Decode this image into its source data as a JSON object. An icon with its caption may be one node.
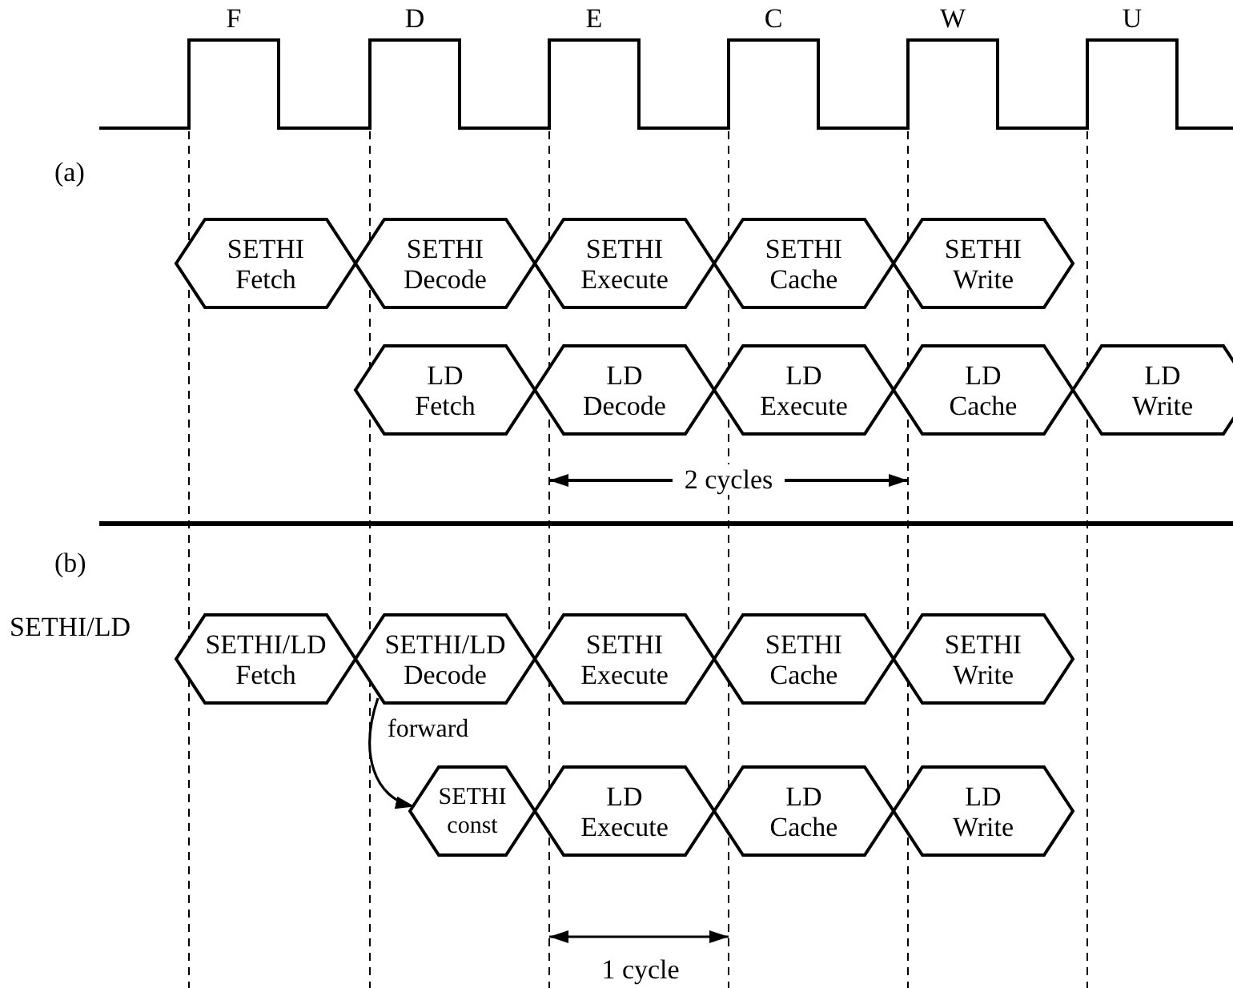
{
  "diagram": {
    "nodes": [
      {
        "text": [
          "SETHI",
          "Fetch"
        ]
      },
      {
        "text": [
          "SETHI",
          "Decode"
        ]
      },
      {
        "text": [
          "SETHI",
          "Execute"
        ]
      },
      {
        "text": [
          "SETHI",
          "Cache"
        ]
      },
      {
        "text": [
          "SETHI",
          "Write"
        ]
      },
      {
        "text": [
          "LD",
          "Fetch"
        ]
      },
      {
        "text": [
          "LD",
          "Decode"
        ]
      },
      {
        "text": [
          "LD",
          "Execute"
        ]
      },
      {
        "text": [
          "LD",
          "Cache"
        ]
      },
      {
        "text": [
          "LD",
          "Write"
        ]
      },
      {
        "text": [
          "SETHI/LD",
          "Fetch"
        ]
      },
      {
        "text": [
          "SETHI/LD",
          "Decode"
        ]
      },
      {
        "text": [
          "SETHI",
          "Execute"
        ]
      },
      {
        "text": [
          "SETHI",
          "Cache"
        ]
      },
      {
        "text": [
          "SETHI",
          "Write"
        ]
      },
      {
        "text": [
          "SETHI",
          "const"
        ]
      },
      {
        "text": [
          "LD",
          "Execute"
        ]
      },
      {
        "text": [
          "LD",
          "Cache"
        ]
      },
      {
        "text": [
          "LD",
          "Write"
        ]
      }
    ],
    "edges": [
      {
        "from": 11,
        "to": 15,
        "arrow": "to",
        "label": "forward"
      }
    ],
    "labels": [
      "F",
      "D",
      "E",
      "C",
      "W",
      "U",
      "(a)",
      "2 cycles",
      "(b)",
      "SETHI/LD",
      "1 cycle"
    ]
  }
}
